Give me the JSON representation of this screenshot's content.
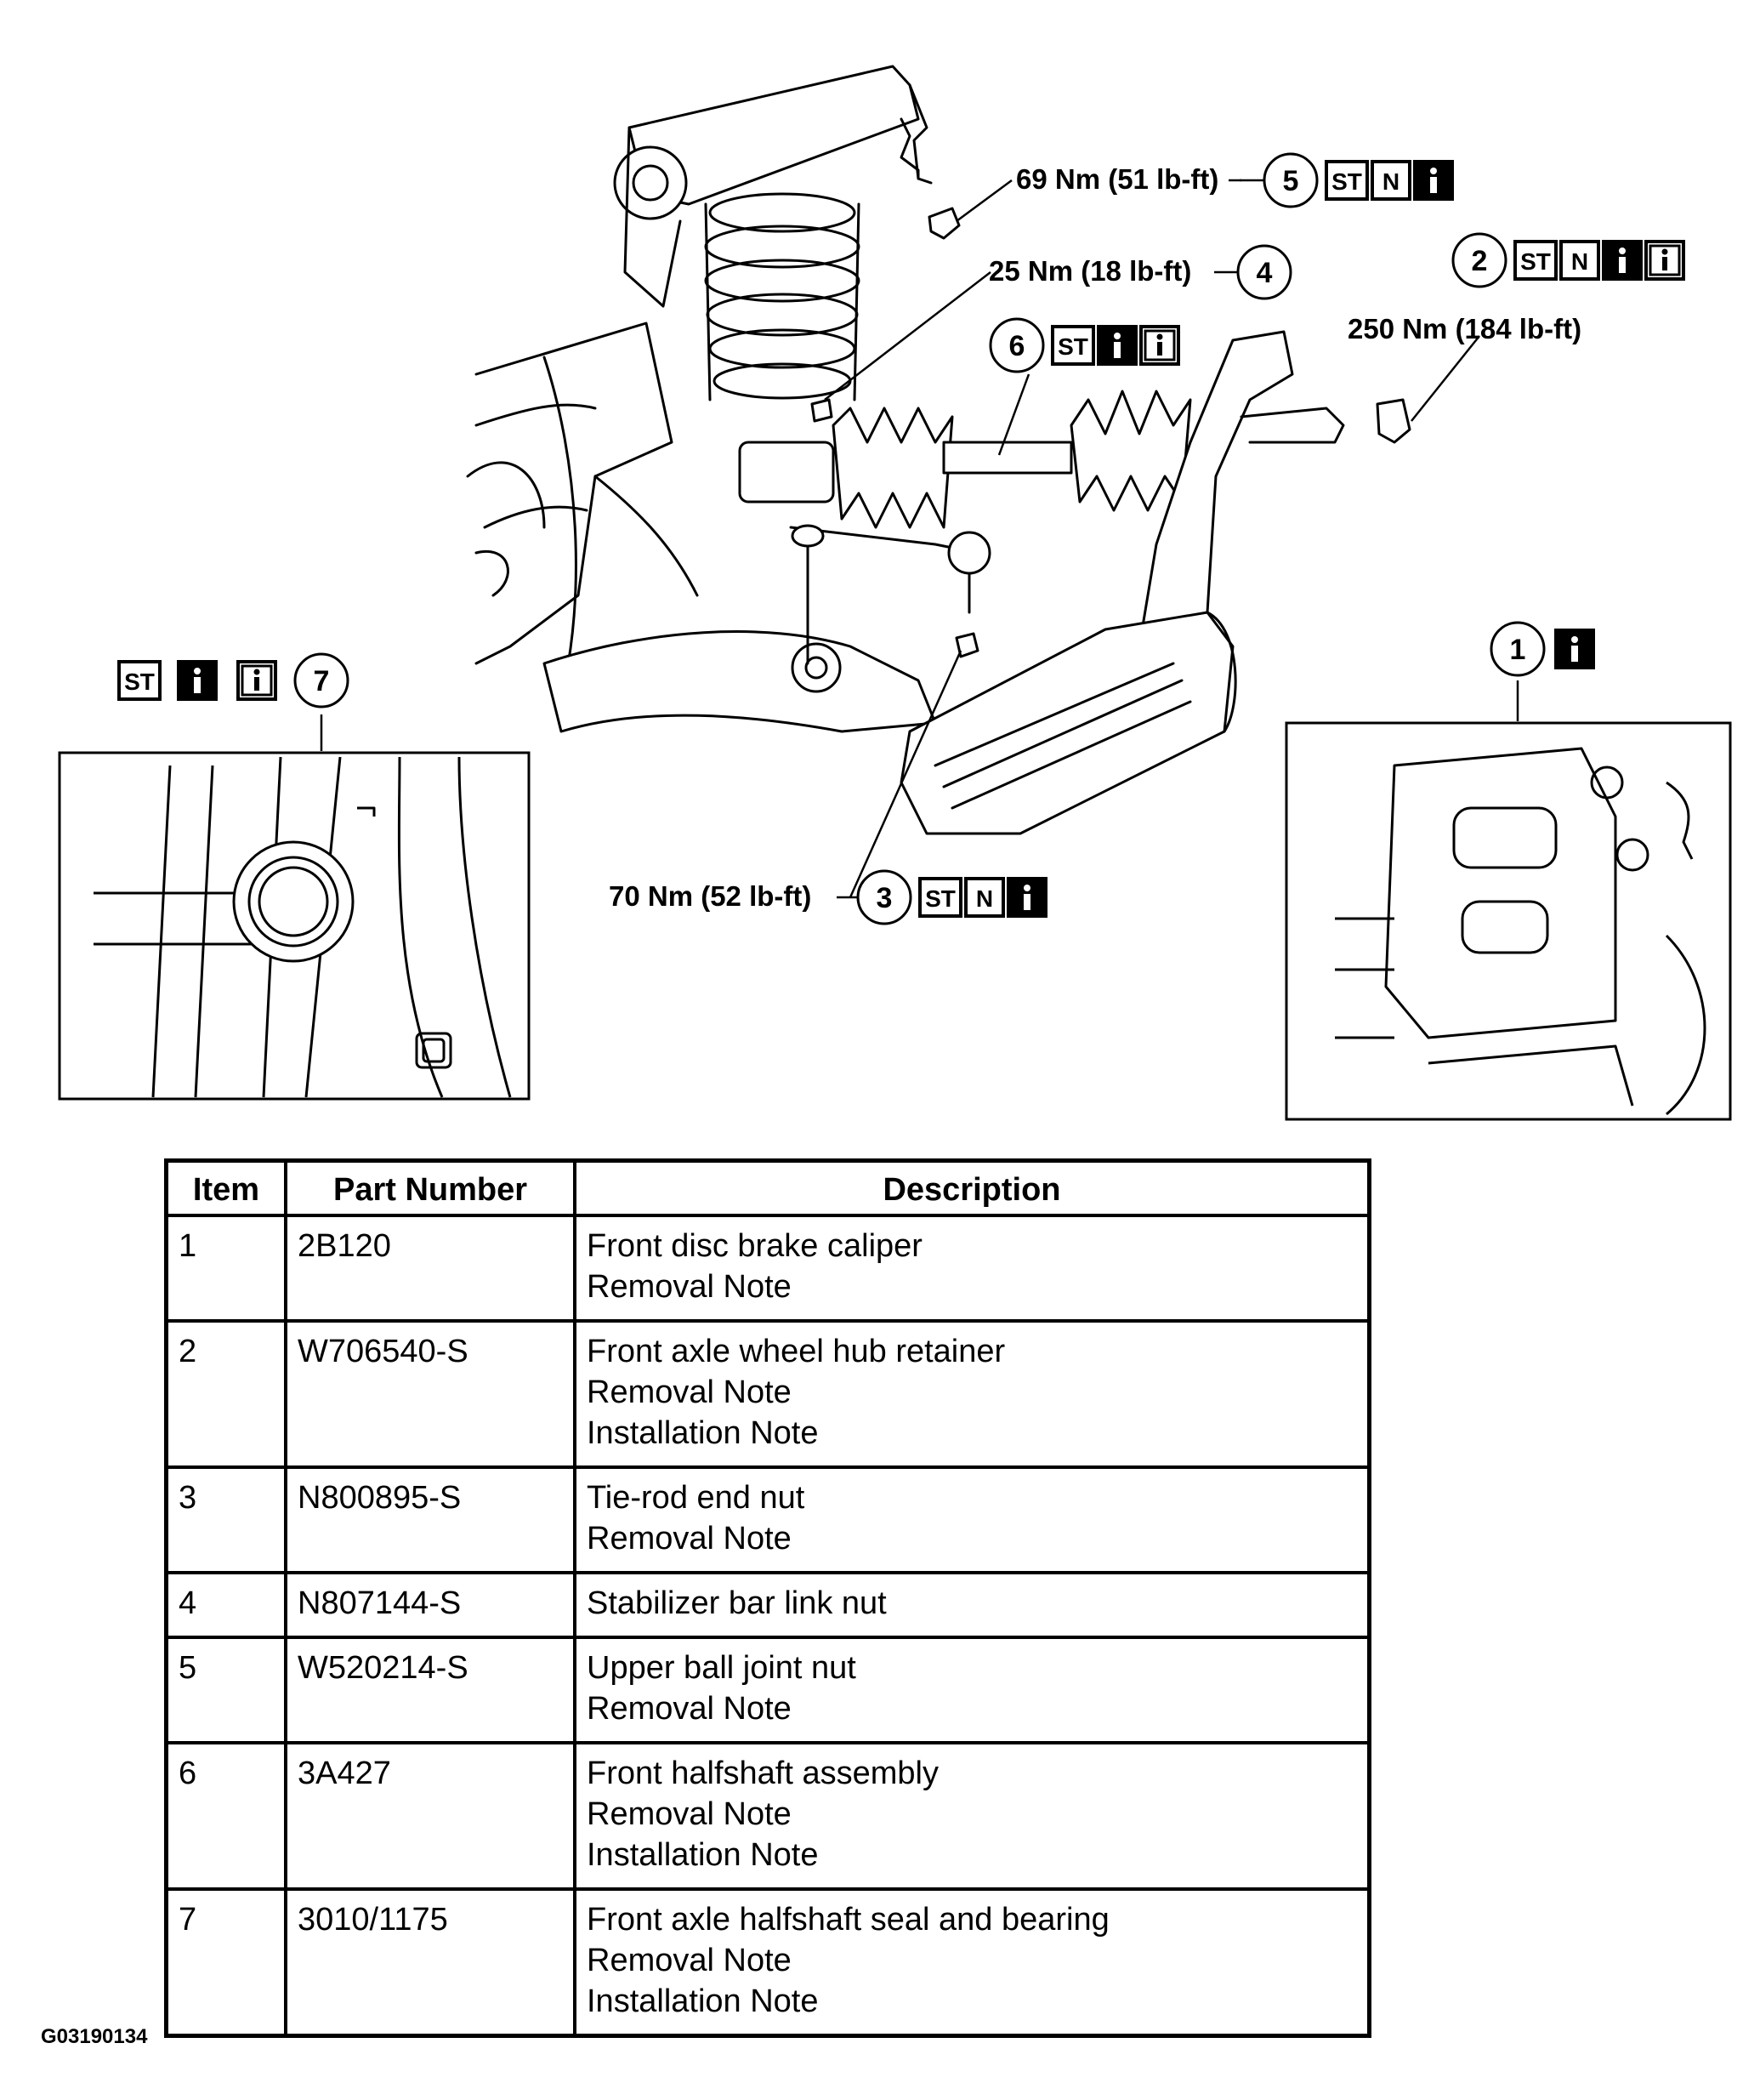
{
  "callouts": {
    "c5": {
      "number": "5",
      "torque": "69 Nm (51 lb-ft)"
    },
    "c4": {
      "number": "4",
      "torque": "25 Nm (18 lb-ft)"
    },
    "c2": {
      "number": "2",
      "torque": "250 Nm (184 lb-ft)"
    },
    "c6": {
      "number": "6"
    },
    "c3": {
      "number": "3",
      "torque": "70 Nm (52 lb-ft)"
    },
    "c1": {
      "number": "1"
    },
    "c7": {
      "number": "7"
    }
  },
  "icons": {
    "special_tool": "ST",
    "new_part": "N",
    "removal_note": "i",
    "installation_note": "i"
  },
  "table": {
    "headers": {
      "item": "Item",
      "part_number": "Part Number",
      "description": "Description"
    },
    "rows": [
      {
        "item": "1",
        "part": "2B120",
        "lines": [
          "Front disc brake caliper",
          "Removal Note"
        ]
      },
      {
        "item": "2",
        "part": "W706540-S",
        "lines": [
          "Front axle wheel hub retainer",
          "Removal Note",
          "Installation Note"
        ]
      },
      {
        "item": "3",
        "part": "N800895-S",
        "lines": [
          "Tie-rod end nut",
          "Removal Note"
        ]
      },
      {
        "item": "4",
        "part": "N807144-S",
        "lines": [
          "Stabilizer bar link nut"
        ]
      },
      {
        "item": "5",
        "part": "W520214-S",
        "lines": [
          "Upper ball joint nut",
          "Removal Note"
        ]
      },
      {
        "item": "6",
        "part": "3A427",
        "lines": [
          "Front halfshaft assembly",
          "Removal Note",
          "Installation Note"
        ]
      },
      {
        "item": "7",
        "part": "3010/1175",
        "lines": [
          "Front axle halfshaft seal and bearing",
          "Removal Note",
          "Installation Note"
        ]
      }
    ]
  },
  "figure_code": "G03190134"
}
